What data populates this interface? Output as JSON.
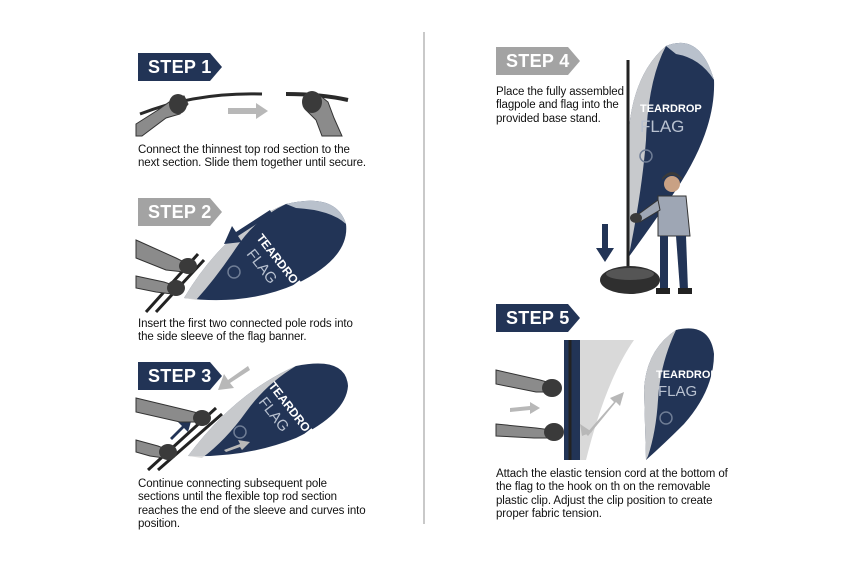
{
  "colors": {
    "navy": "#223456",
    "gray_badge": "#a3a3a3",
    "arrow_gray": "#b8b8b8"
  },
  "steps": [
    {
      "label": "STEP 1",
      "text": "Connect the thinnest top rod section to the next section. Slide them together until secure."
    },
    {
      "label": "STEP 2",
      "text": "Insert the first two connected pole rods into the side sleeve of the flag banner."
    },
    {
      "label": "STEP 3",
      "text": "Continue connecting subsequent pole sections until the flexible top rod section reaches the end of the sleeve and curves into position."
    },
    {
      "label": "STEP 4",
      "text": "Place the fully assembled flagpole and flag into the provided base stand."
    },
    {
      "label": "STEP 5",
      "text": "Attach the elastic tension cord at the bottom of the flag to the hook on th on the removable plastic clip.  Adjust the clip position to create proper fabric tension."
    }
  ],
  "flag": {
    "line1": "TEARDROP",
    "line2": "FLAG"
  }
}
